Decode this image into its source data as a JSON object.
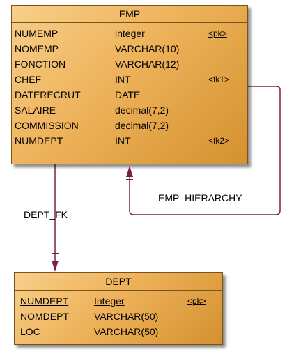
{
  "entities": {
    "emp": {
      "title": "EMP",
      "rows": [
        {
          "name": "NUMEMP",
          "type": "integer",
          "key": "<pk>",
          "primary": true
        },
        {
          "name": "NOMEMP",
          "type": "VARCHAR(10)",
          "key": ""
        },
        {
          "name": "FONCTION",
          "type": "VARCHAR(12)",
          "key": ""
        },
        {
          "name": "CHEF",
          "type": "INT",
          "key": "<fk1>"
        },
        {
          "name": "DATERECRUT",
          "type": "DATE",
          "key": ""
        },
        {
          "name": "SALAIRE",
          "type": "decimal(7,2)",
          "key": ""
        },
        {
          "name": "COMMISSION",
          "type": "decimal(7,2)",
          "key": ""
        },
        {
          "name": "NUMDEPT",
          "type": "INT",
          "key": "<fk2>"
        }
      ]
    },
    "dept": {
      "title": "DEPT",
      "rows": [
        {
          "name": "NUMDEPT",
          "type": "Integer",
          "key": "<pk>",
          "primary": true
        },
        {
          "name": "NOMDEPT",
          "type": "VARCHAR(50)",
          "key": ""
        },
        {
          "name": "LOC",
          "type": "VARCHAR(50)",
          "key": ""
        }
      ]
    }
  },
  "relationships": {
    "dept_fk": {
      "label": "DEPT_FK"
    },
    "emp_hierarchy": {
      "label": "EMP_HIERARCHY"
    }
  },
  "colors": {
    "entity_fill": "#eeb25a",
    "entity_border": "#7a5316",
    "link": "#7b1f4a"
  }
}
